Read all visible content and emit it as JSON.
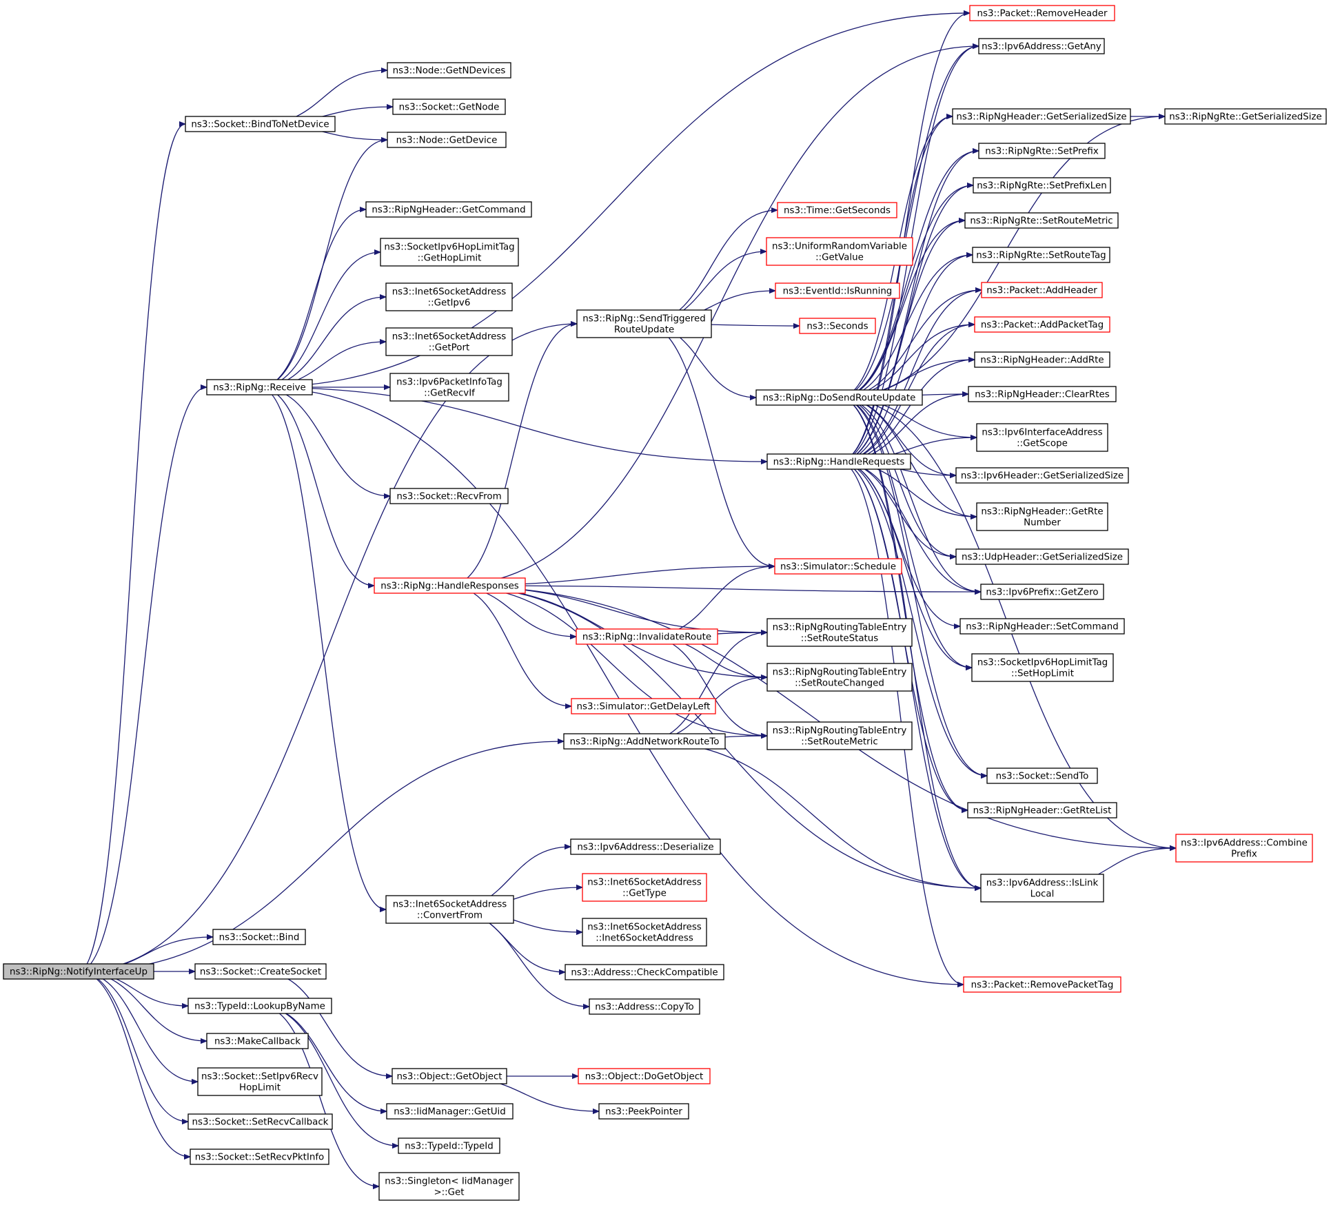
{
  "nodes": [
    {
      "id": "n0",
      "lines": [
        "ns3::RipNg::NotifyInterfaceUp"
      ],
      "gray": true
    },
    {
      "id": "n1",
      "lines": [
        "ns3::Socket::BindToNetDevice"
      ]
    },
    {
      "id": "n2",
      "lines": [
        "ns3::Node::GetNDevices"
      ]
    },
    {
      "id": "n3",
      "lines": [
        "ns3::Socket::GetNode"
      ]
    },
    {
      "id": "n4",
      "lines": [
        "ns3::Node::GetDevice"
      ]
    },
    {
      "id": "n5",
      "lines": [
        "ns3::RipNg::Receive"
      ]
    },
    {
      "id": "n6",
      "lines": [
        "ns3::RipNgHeader::GetCommand"
      ]
    },
    {
      "id": "n7",
      "lines": [
        "ns3::SocketIpv6HopLimitTag",
        "::GetHopLimit"
      ]
    },
    {
      "id": "n8",
      "lines": [
        "ns3::Inet6SocketAddress",
        "::GetIpv6"
      ]
    },
    {
      "id": "n9",
      "lines": [
        "ns3::Inet6SocketAddress",
        "::GetPort"
      ]
    },
    {
      "id": "n10",
      "lines": [
        "ns3::Ipv6PacketInfoTag",
        "::GetRecvIf"
      ]
    },
    {
      "id": "n11",
      "lines": [
        "ns3::Socket::RecvFrom"
      ]
    },
    {
      "id": "n12",
      "lines": [
        "ns3::RipNg::HandleResponses"
      ],
      "red": true
    },
    {
      "id": "n13",
      "lines": [
        "ns3::Inet6SocketAddress",
        "::ConvertFrom"
      ]
    },
    {
      "id": "n14",
      "lines": [
        "ns3::Socket::Bind"
      ]
    },
    {
      "id": "n15",
      "lines": [
        "ns3::Socket::CreateSocket"
      ]
    },
    {
      "id": "n16",
      "lines": [
        "ns3::TypeId::LookupByName"
      ]
    },
    {
      "id": "n17",
      "lines": [
        "ns3::MakeCallback"
      ]
    },
    {
      "id": "n18",
      "lines": [
        "ns3::Socket::SetIpv6Recv",
        "HopLimit"
      ]
    },
    {
      "id": "n19",
      "lines": [
        "ns3::Socket::SetRecvCallback"
      ]
    },
    {
      "id": "n20",
      "lines": [
        "ns3::Socket::SetRecvPktInfo"
      ]
    },
    {
      "id": "n21",
      "lines": [
        "ns3::RipNg::SendTriggered",
        "RouteUpdate"
      ]
    },
    {
      "id": "n22",
      "lines": [
        "ns3::Time::GetSeconds"
      ],
      "red": true
    },
    {
      "id": "n23",
      "lines": [
        "ns3::UniformRandomVariable",
        "::GetValue"
      ],
      "red": true
    },
    {
      "id": "n24",
      "lines": [
        "ns3::EventId::IsRunning"
      ],
      "red": true
    },
    {
      "id": "n25",
      "lines": [
        "ns3::Seconds"
      ],
      "red": true
    },
    {
      "id": "n26",
      "lines": [
        "ns3::RipNg::DoSendRouteUpdate"
      ]
    },
    {
      "id": "n27",
      "lines": [
        "ns3::RipNg::HandleRequests"
      ]
    },
    {
      "id": "n28",
      "lines": [
        "ns3::Simulator::Schedule"
      ],
      "red": true
    },
    {
      "id": "n29",
      "lines": [
        "ns3::RipNg::InvalidateRoute"
      ],
      "red": true
    },
    {
      "id": "n30",
      "lines": [
        "ns3::RipNgRoutingTableEntry",
        "::SetRouteStatus"
      ]
    },
    {
      "id": "n31",
      "lines": [
        "ns3::RipNgRoutingTableEntry",
        "::SetRouteChanged"
      ]
    },
    {
      "id": "n32",
      "lines": [
        "ns3::Simulator::GetDelayLeft"
      ],
      "red": true
    },
    {
      "id": "n33",
      "lines": [
        "ns3::RipNg::AddNetworkRouteTo"
      ]
    },
    {
      "id": "n34",
      "lines": [
        "ns3::RipNgRoutingTableEntry",
        "::SetRouteMetric"
      ]
    },
    {
      "id": "n35",
      "lines": [
        "ns3::Ipv6Address::Deserialize"
      ]
    },
    {
      "id": "n36",
      "lines": [
        "ns3::Inet6SocketAddress",
        "::GetType"
      ],
      "red": true
    },
    {
      "id": "n37",
      "lines": [
        "ns3::Inet6SocketAddress",
        "::Inet6SocketAddress"
      ]
    },
    {
      "id": "n38",
      "lines": [
        "ns3::Address::CheckCompatible"
      ]
    },
    {
      "id": "n39",
      "lines": [
        "ns3::Address::CopyTo"
      ]
    },
    {
      "id": "n40",
      "lines": [
        "ns3::Object::GetObject"
      ]
    },
    {
      "id": "n41",
      "lines": [
        "ns3::Object::DoGetObject"
      ],
      "red": true
    },
    {
      "id": "n42",
      "lines": [
        "ns3::PeekPointer"
      ]
    },
    {
      "id": "n43",
      "lines": [
        "ns3::IidManager::GetUid"
      ]
    },
    {
      "id": "n44",
      "lines": [
        "ns3::TypeId::TypeId"
      ]
    },
    {
      "id": "n45",
      "lines": [
        "ns3::Singleton< IidManager",
        ">::Get"
      ]
    },
    {
      "id": "n46",
      "lines": [
        "ns3::Packet::RemoveHeader"
      ],
      "red": true
    },
    {
      "id": "n47",
      "lines": [
        "ns3::Ipv6Address::GetAny"
      ]
    },
    {
      "id": "n48",
      "lines": [
        "ns3::RipNgHeader::GetSerializedSize"
      ]
    },
    {
      "id": "n49",
      "lines": [
        "ns3::RipNgRte::GetSerializedSize"
      ]
    },
    {
      "id": "n50",
      "lines": [
        "ns3::RipNgRte::SetPrefix"
      ]
    },
    {
      "id": "n51",
      "lines": [
        "ns3::RipNgRte::SetPrefixLen"
      ]
    },
    {
      "id": "n52",
      "lines": [
        "ns3::RipNgRte::SetRouteMetric"
      ]
    },
    {
      "id": "n53",
      "lines": [
        "ns3::RipNgRte::SetRouteTag"
      ]
    },
    {
      "id": "n54",
      "lines": [
        "ns3::Packet::AddHeader"
      ],
      "red": true
    },
    {
      "id": "n55",
      "lines": [
        "ns3::Packet::AddPacketTag"
      ],
      "red": true
    },
    {
      "id": "n56",
      "lines": [
        "ns3::RipNgHeader::AddRte"
      ]
    },
    {
      "id": "n57",
      "lines": [
        "ns3::RipNgHeader::ClearRtes"
      ]
    },
    {
      "id": "n58",
      "lines": [
        "ns3::Ipv6InterfaceAddress",
        "::GetScope"
      ]
    },
    {
      "id": "n59",
      "lines": [
        "ns3::Ipv6Header::GetSerializedSize"
      ]
    },
    {
      "id": "n60",
      "lines": [
        "ns3::RipNgHeader::GetRte",
        "Number"
      ]
    },
    {
      "id": "n61",
      "lines": [
        "ns3::UdpHeader::GetSerializedSize"
      ]
    },
    {
      "id": "n62",
      "lines": [
        "ns3::Ipv6Prefix::GetZero"
      ]
    },
    {
      "id": "n63",
      "lines": [
        "ns3::RipNgHeader::SetCommand"
      ]
    },
    {
      "id": "n64",
      "lines": [
        "ns3::SocketIpv6HopLimitTag",
        "::SetHopLimit"
      ]
    },
    {
      "id": "n65",
      "lines": [
        "ns3::Socket::SendTo"
      ]
    },
    {
      "id": "n66",
      "lines": [
        "ns3::RipNgHeader::GetRteList"
      ]
    },
    {
      "id": "n67",
      "lines": [
        "ns3::Ipv6Address::Combine",
        "Prefix"
      ],
      "red": true
    },
    {
      "id": "n68",
      "lines": [
        "ns3::Ipv6Address::IsLink",
        "Local"
      ]
    },
    {
      "id": "n69",
      "lines": [
        "ns3::Packet::RemovePacketTag"
      ],
      "red": true
    }
  ],
  "edges": [
    [
      "n0",
      "n1"
    ],
    [
      "n0",
      "n5"
    ],
    [
      "n0",
      "n21"
    ],
    [
      "n0",
      "n33"
    ],
    [
      "n0",
      "n14"
    ],
    [
      "n0",
      "n15"
    ],
    [
      "n0",
      "n16"
    ],
    [
      "n0",
      "n17"
    ],
    [
      "n0",
      "n18"
    ],
    [
      "n0",
      "n19"
    ],
    [
      "n0",
      "n20"
    ],
    [
      "n1",
      "n2"
    ],
    [
      "n1",
      "n3"
    ],
    [
      "n1",
      "n4"
    ],
    [
      "n5",
      "n4"
    ],
    [
      "n5",
      "n46"
    ],
    [
      "n5",
      "n6"
    ],
    [
      "n5",
      "n7"
    ],
    [
      "n5",
      "n8"
    ],
    [
      "n5",
      "n9"
    ],
    [
      "n5",
      "n10"
    ],
    [
      "n5",
      "n27"
    ],
    [
      "n5",
      "n11"
    ],
    [
      "n5",
      "n12"
    ],
    [
      "n5",
      "n13"
    ],
    [
      "n5",
      "n69"
    ],
    [
      "n12",
      "n21"
    ],
    [
      "n12",
      "n47"
    ],
    [
      "n12",
      "n28"
    ],
    [
      "n12",
      "n29"
    ],
    [
      "n12",
      "n30"
    ],
    [
      "n12",
      "n31"
    ],
    [
      "n12",
      "n32"
    ],
    [
      "n12",
      "n34"
    ],
    [
      "n12",
      "n68"
    ],
    [
      "n12",
      "n67"
    ],
    [
      "n12",
      "n62"
    ],
    [
      "n21",
      "n22"
    ],
    [
      "n21",
      "n23"
    ],
    [
      "n21",
      "n24"
    ],
    [
      "n21",
      "n25"
    ],
    [
      "n21",
      "n26"
    ],
    [
      "n21",
      "n28"
    ],
    [
      "n26",
      "n47"
    ],
    [
      "n26",
      "n48"
    ],
    [
      "n26",
      "n49"
    ],
    [
      "n26",
      "n50"
    ],
    [
      "n26",
      "n51"
    ],
    [
      "n26",
      "n52"
    ],
    [
      "n26",
      "n53"
    ],
    [
      "n26",
      "n54"
    ],
    [
      "n26",
      "n55"
    ],
    [
      "n26",
      "n56"
    ],
    [
      "n26",
      "n57"
    ],
    [
      "n26",
      "n58"
    ],
    [
      "n26",
      "n59"
    ],
    [
      "n26",
      "n60"
    ],
    [
      "n26",
      "n61"
    ],
    [
      "n26",
      "n62"
    ],
    [
      "n26",
      "n64"
    ],
    [
      "n26",
      "n65"
    ],
    [
      "n26",
      "n66"
    ],
    [
      "n26",
      "n68"
    ],
    [
      "n26",
      "n67"
    ],
    [
      "n27",
      "n46"
    ],
    [
      "n27",
      "n47"
    ],
    [
      "n27",
      "n48"
    ],
    [
      "n27",
      "n50"
    ],
    [
      "n27",
      "n51"
    ],
    [
      "n27",
      "n52"
    ],
    [
      "n27",
      "n53"
    ],
    [
      "n27",
      "n54"
    ],
    [
      "n27",
      "n55"
    ],
    [
      "n27",
      "n56"
    ],
    [
      "n27",
      "n57"
    ],
    [
      "n27",
      "n58"
    ],
    [
      "n27",
      "n59"
    ],
    [
      "n27",
      "n60"
    ],
    [
      "n27",
      "n61"
    ],
    [
      "n27",
      "n62"
    ],
    [
      "n27",
      "n63"
    ],
    [
      "n27",
      "n64"
    ],
    [
      "n27",
      "n65"
    ],
    [
      "n27",
      "n66"
    ],
    [
      "n27",
      "n68"
    ],
    [
      "n27",
      "n69"
    ],
    [
      "n29",
      "n28"
    ],
    [
      "n29",
      "n30"
    ],
    [
      "n29",
      "n31"
    ],
    [
      "n29",
      "n34"
    ],
    [
      "n33",
      "n30"
    ],
    [
      "n33",
      "n31"
    ],
    [
      "n33",
      "n34"
    ],
    [
      "n33",
      "n68"
    ],
    [
      "n13",
      "n35"
    ],
    [
      "n13",
      "n36"
    ],
    [
      "n13",
      "n37"
    ],
    [
      "n13",
      "n38"
    ],
    [
      "n13",
      "n39"
    ],
    [
      "n15",
      "n40"
    ],
    [
      "n16",
      "n43"
    ],
    [
      "n16",
      "n44"
    ],
    [
      "n16",
      "n45"
    ],
    [
      "n40",
      "n41"
    ],
    [
      "n40",
      "n42"
    ],
    [
      "n48",
      "n49"
    ],
    [
      "n68",
      "n67"
    ]
  ]
}
